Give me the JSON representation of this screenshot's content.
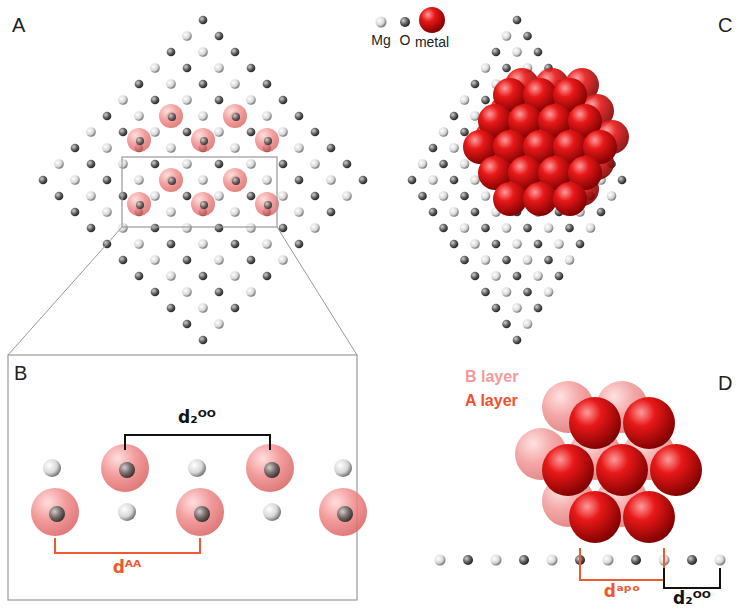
{
  "diagram": {
    "labels": [
      "A",
      "B",
      "C",
      "D",
      "d₂ᴼᴼ",
      "dᴬᴬ",
      "B layer",
      "A layer",
      "dᵃᵖᵒ",
      "d₂ᴼᴼ"
    ],
    "legend": [
      {
        "text": "Mg"
      },
      {
        "text": "O"
      },
      {
        "text": "metal"
      }
    ]
  }
}
